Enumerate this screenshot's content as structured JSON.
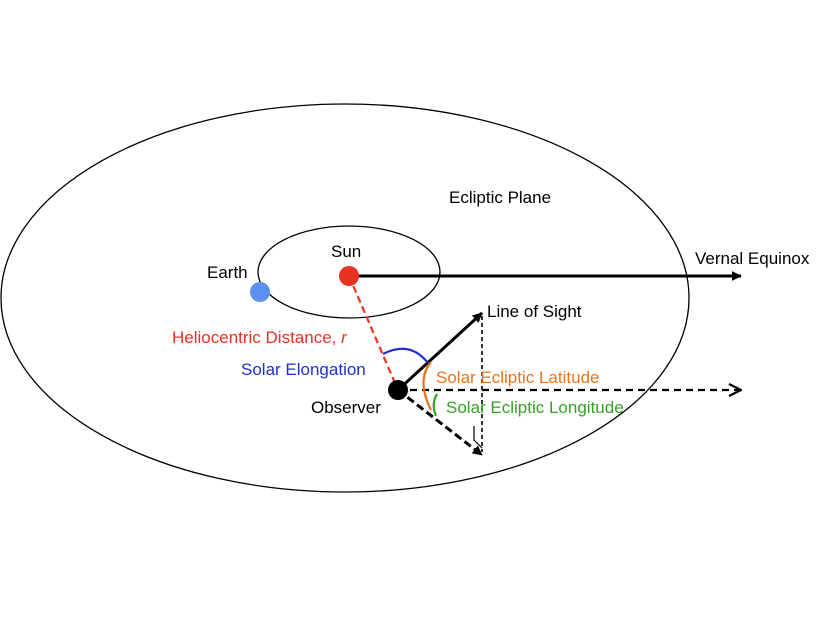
{
  "labels": {
    "ecliptic_plane": "Ecliptic Plane",
    "sun": "Sun",
    "earth": "Earth",
    "vernal_equinox": "Vernal Equinox",
    "line_of_sight": "Line of Sight",
    "heliocentric_distance": "Heliocentric Distance, ",
    "heliocentric_r": "r",
    "solar_elongation": "Solar Elongation",
    "solar_ecliptic_latitude": "Solar Ecliptic Latitude",
    "solar_ecliptic_longitude": "Solar Ecliptic Longitude",
    "observer": "Observer"
  },
  "colors": {
    "sun": "#ea3223",
    "earth": "#5b8ff0",
    "heliocentric": "#ea3223",
    "elongation": "#1f2fd0",
    "latitude": "#e8741e",
    "longitude": "#3aa02a",
    "ink": "#000000"
  }
}
